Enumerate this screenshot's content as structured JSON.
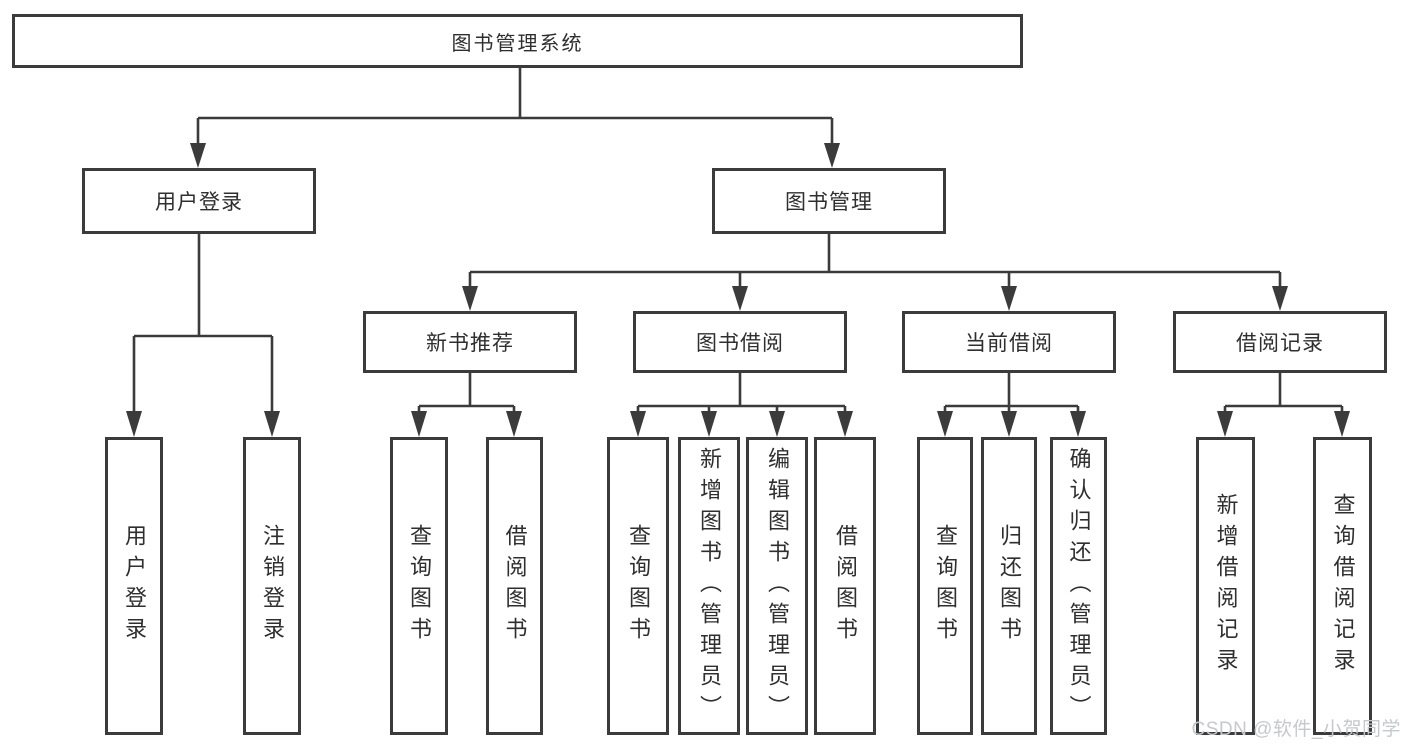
{
  "colors": {
    "line": "#3b3b3b",
    "box_border": "#3b3b3b",
    "text": "#2f2f2f",
    "watermark": "#c5c8cc",
    "background": "#ffffff"
  },
  "watermark": "CSDN @软件_小贺同学",
  "tree": {
    "root": {
      "label": "图书管理系统"
    },
    "level2": [
      {
        "label": "用户登录",
        "children": [
          {
            "label": "用户登录"
          },
          {
            "label": "注销登录"
          }
        ]
      },
      {
        "label": "图书管理",
        "children": [
          {
            "label": "新书推荐",
            "children": [
              {
                "label": "查询图书"
              },
              {
                "label": "借阅图书"
              }
            ]
          },
          {
            "label": "图书借阅",
            "children": [
              {
                "label": "查询图书"
              },
              {
                "label": "新增图书（管理员）"
              },
              {
                "label": "编辑图书（管理员）"
              },
              {
                "label": "借阅图书"
              }
            ]
          },
          {
            "label": "当前借阅",
            "children": [
              {
                "label": "查询图书"
              },
              {
                "label": "归还图书"
              },
              {
                "label": "确认归还（管理员）"
              }
            ]
          },
          {
            "label": "借阅记录",
            "children": [
              {
                "label": "新增借阅记录"
              },
              {
                "label": "查询借阅记录"
              }
            ]
          }
        ]
      }
    ]
  }
}
